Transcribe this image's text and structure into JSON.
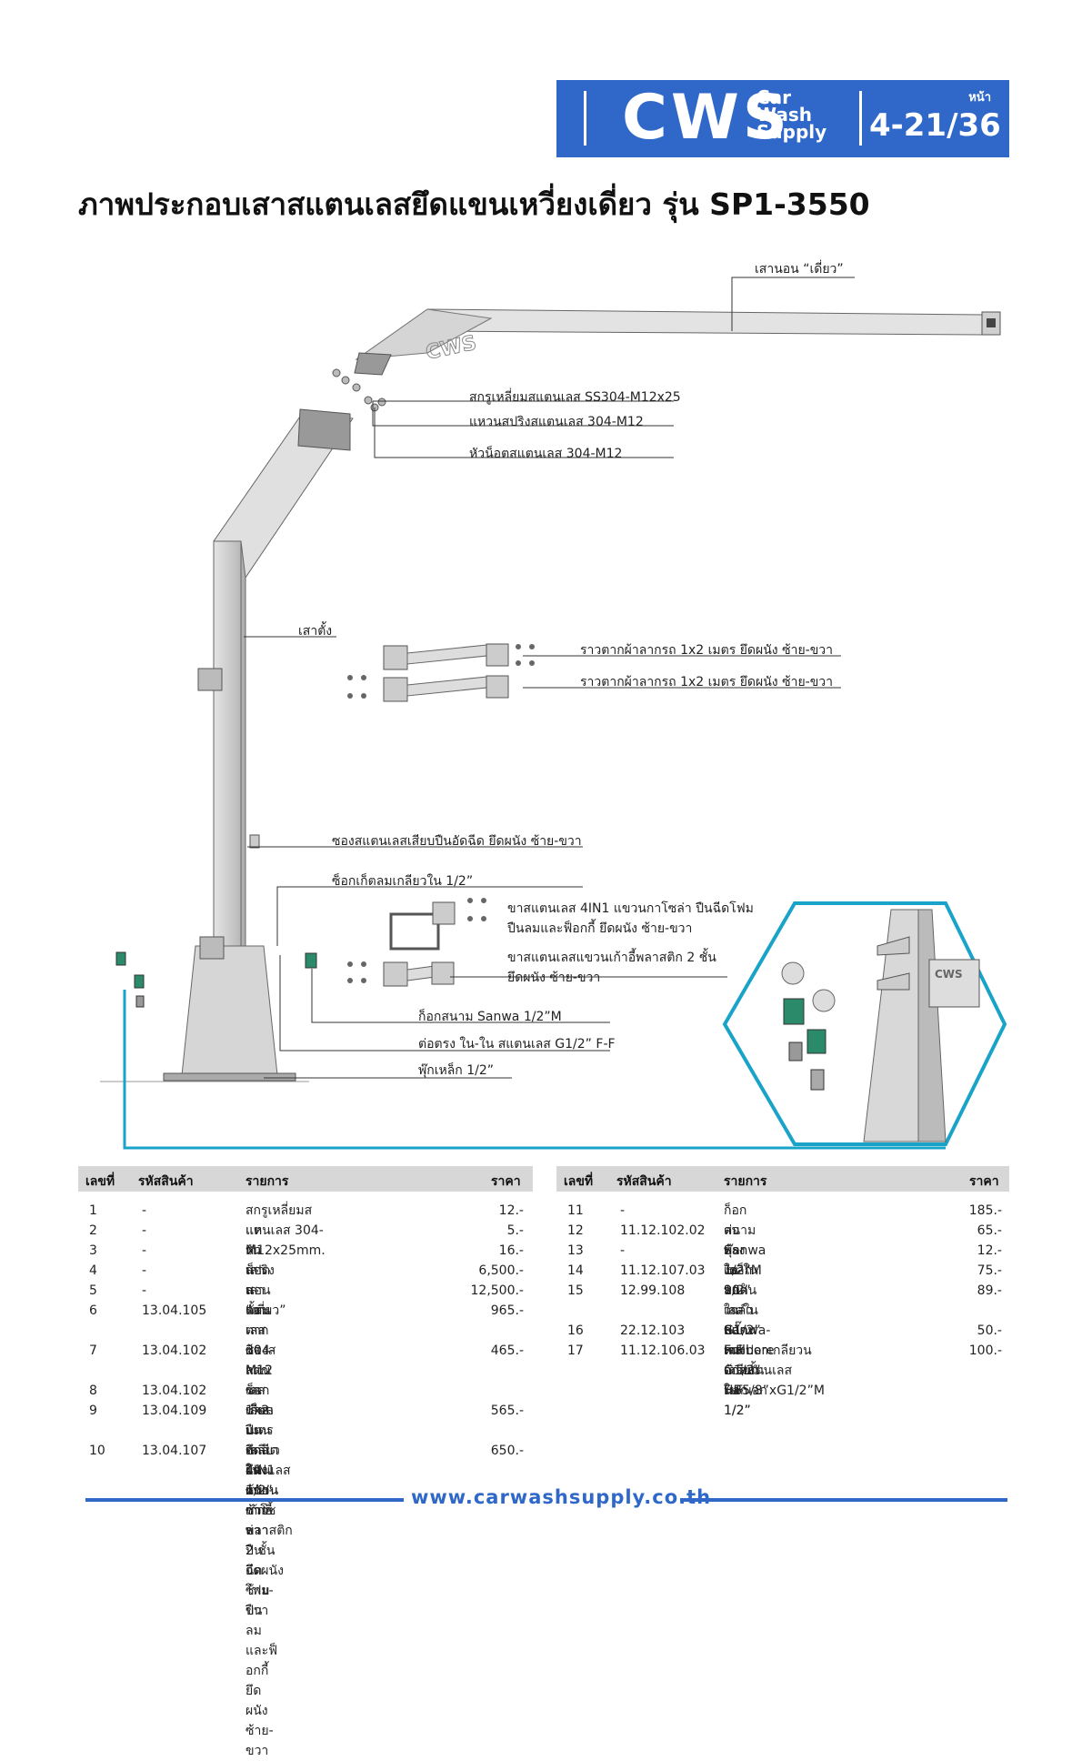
{
  "header": {
    "logo": "CWS",
    "logo_sub": [
      "Car",
      "Wash",
      "Supply"
    ],
    "page_label": "หน้า",
    "page_number": "4-21/36"
  },
  "title": "ภาพประกอบเสาสแตนเลสยึดแขนเหวี่ยงเดี่ยว รุ่น SP1-3550",
  "callouts": {
    "arm": "เสานอน “เดี่ยว”",
    "bolt": "สกรูเหลี่ยมสแตนเลส SS304-M12x25",
    "washer": "แหวนสปริงสแตนเลส 304-M12",
    "nut": "หัวน็อตสแตนเลส 304-M12",
    "pole": "เสาตั้ง",
    "rail1": "ราวตากผ้าลากรถ 1x2 เมตร ยึดผนัง ซ้าย-ขวา",
    "rail2": "ราวตากผ้าลากรถ 1x2 เมตร ยึดผนัง ซ้าย-ขวา",
    "gun_holder": "ซองสแตนเลสเสียบปืนอัดฉีด ยึดผนัง ซ้าย-ขวา",
    "socket": "ซ็อกเก็ตลมเกลียวใน 1/2”",
    "bracket4in1": [
      "ขาสแตนเลส 4IN1 แขวนกาโซล่า ปืนฉีดโฟม",
      "ปืนลมและฟ็อกกี้ ยึดผนัง ซ้าย-ขวา"
    ],
    "stool_bracket": [
      "ขาสแตนเลสแขวนเก้าอี้พลาสติก 2 ชั้น",
      "ยึดผนัง ซ้าย-ขวา"
    ],
    "valve": "ก็อกสนาม Sanwa 1/2”M",
    "coupling": "ต่อตรง ใน-ใน สแตนเลส G1/2” F-F",
    "plug": "พุ๊กเหล็ก 1/2”"
  },
  "table_headers": {
    "no": "เลขที่",
    "code": "รหัสสินค้า",
    "item": "รายการ",
    "price": "ราคา"
  },
  "table_left": [
    {
      "no": "1",
      "code": "-",
      "item": [
        "สกรูเหลี่ยมสแตนเลส 304-M12x25mm."
      ],
      "price": "12.-"
    },
    {
      "no": "2",
      "code": "-",
      "item": [
        "แหวนสปริงสแตนเลส 304-M12"
      ],
      "price": "5.-"
    },
    {
      "no": "3",
      "code": "-",
      "item": [
        "หัวน็อตสแตนเลส 304-M12"
      ],
      "price": "16.-"
    },
    {
      "no": "4",
      "code": "-",
      "item": [
        "เสานอน “เดี่ยว”"
      ],
      "price": "6,500.-"
    },
    {
      "no": "5",
      "code": "-",
      "item": [
        "เสาตั้ง"
      ],
      "price": "12,500.-"
    },
    {
      "no": "6",
      "code": "13.04.105",
      "item": [
        "ราวตากผ้าลากรถ 1x2 เมตร",
        "ยึดผนัง ซ้าย-ขวา"
      ],
      "price": "965.-"
    },
    {
      "no": "7",
      "code": "13.04.102",
      "item": [
        "ซองสแตนเลสเสียบปืนอัดฉีด",
        "ยึดผนัง ซ้าย-ขวา"
      ],
      "price": "465.-"
    },
    {
      "no": "8",
      "code": "13.04.102",
      "item": [
        "ซ็อกเก็ตลมเกลียวใน 1/2”"
      ],
      "price": ""
    },
    {
      "no": "9",
      "code": "13.04.109",
      "item": [
        "ขาสแตนเลส 4IN1 แขวนกาโซล่า ปืนฉีดโฟม",
        "ปืนลมและฟ็อกกี้ ยึดผนัง ซ้าย-ขวา"
      ],
      "price": "565.-"
    },
    {
      "no": "10",
      "code": "13.04.107",
      "item": [
        "ขาสแตนเลสแขวนเก้าอี้พลาสติก 2 ชั้น",
        "ยึดผนัง ซ้าย-ขวา"
      ],
      "price": "650.-"
    }
  ],
  "table_right": [
    {
      "no": "11",
      "code": "-",
      "item": [
        "ก็อกสนาม Sanwa 1/2”M"
      ],
      "price": "185.-"
    },
    {
      "no": "12",
      "code": "11.12.102.02",
      "item": [
        "ต่อตรง ใน-ใน สแตนเลส G1/2” F-F"
      ],
      "price": "65.-"
    },
    {
      "no": "13",
      "code": "-",
      "item": [
        "พุ๊กเหล็ก 1/2”"
      ],
      "price": "12.-"
    },
    {
      "no": "14",
      "code": "11.12.107.03",
      "item": [
        "งอ 90˚ ใน-ใน สแตนเลส G1/2” F-F"
      ],
      "price": "75.-"
    },
    {
      "no": "15",
      "code": "12.99.108",
      "item": [
        "บอลวาล์ว Sanwa-Fullbore ด้ามสั้น",
        "ใน-นอก 1/2”"
      ],
      "price": "89.-"
    },
    {
      "no": "16",
      "code": "22.12.103",
      "item": [
        "ปลั๊กลมเกลียวนอก 1/2”"
      ],
      "price": "50.-"
    },
    {
      "no": "17",
      "code": "11.12.106.03",
      "item": [
        "หางปลาเกลียวนอกสแตนเลส",
        "HB5/8”xG1/2”M"
      ],
      "price": "100.-"
    }
  ],
  "footer": {
    "url": "www.carwashsupply.co.th"
  }
}
